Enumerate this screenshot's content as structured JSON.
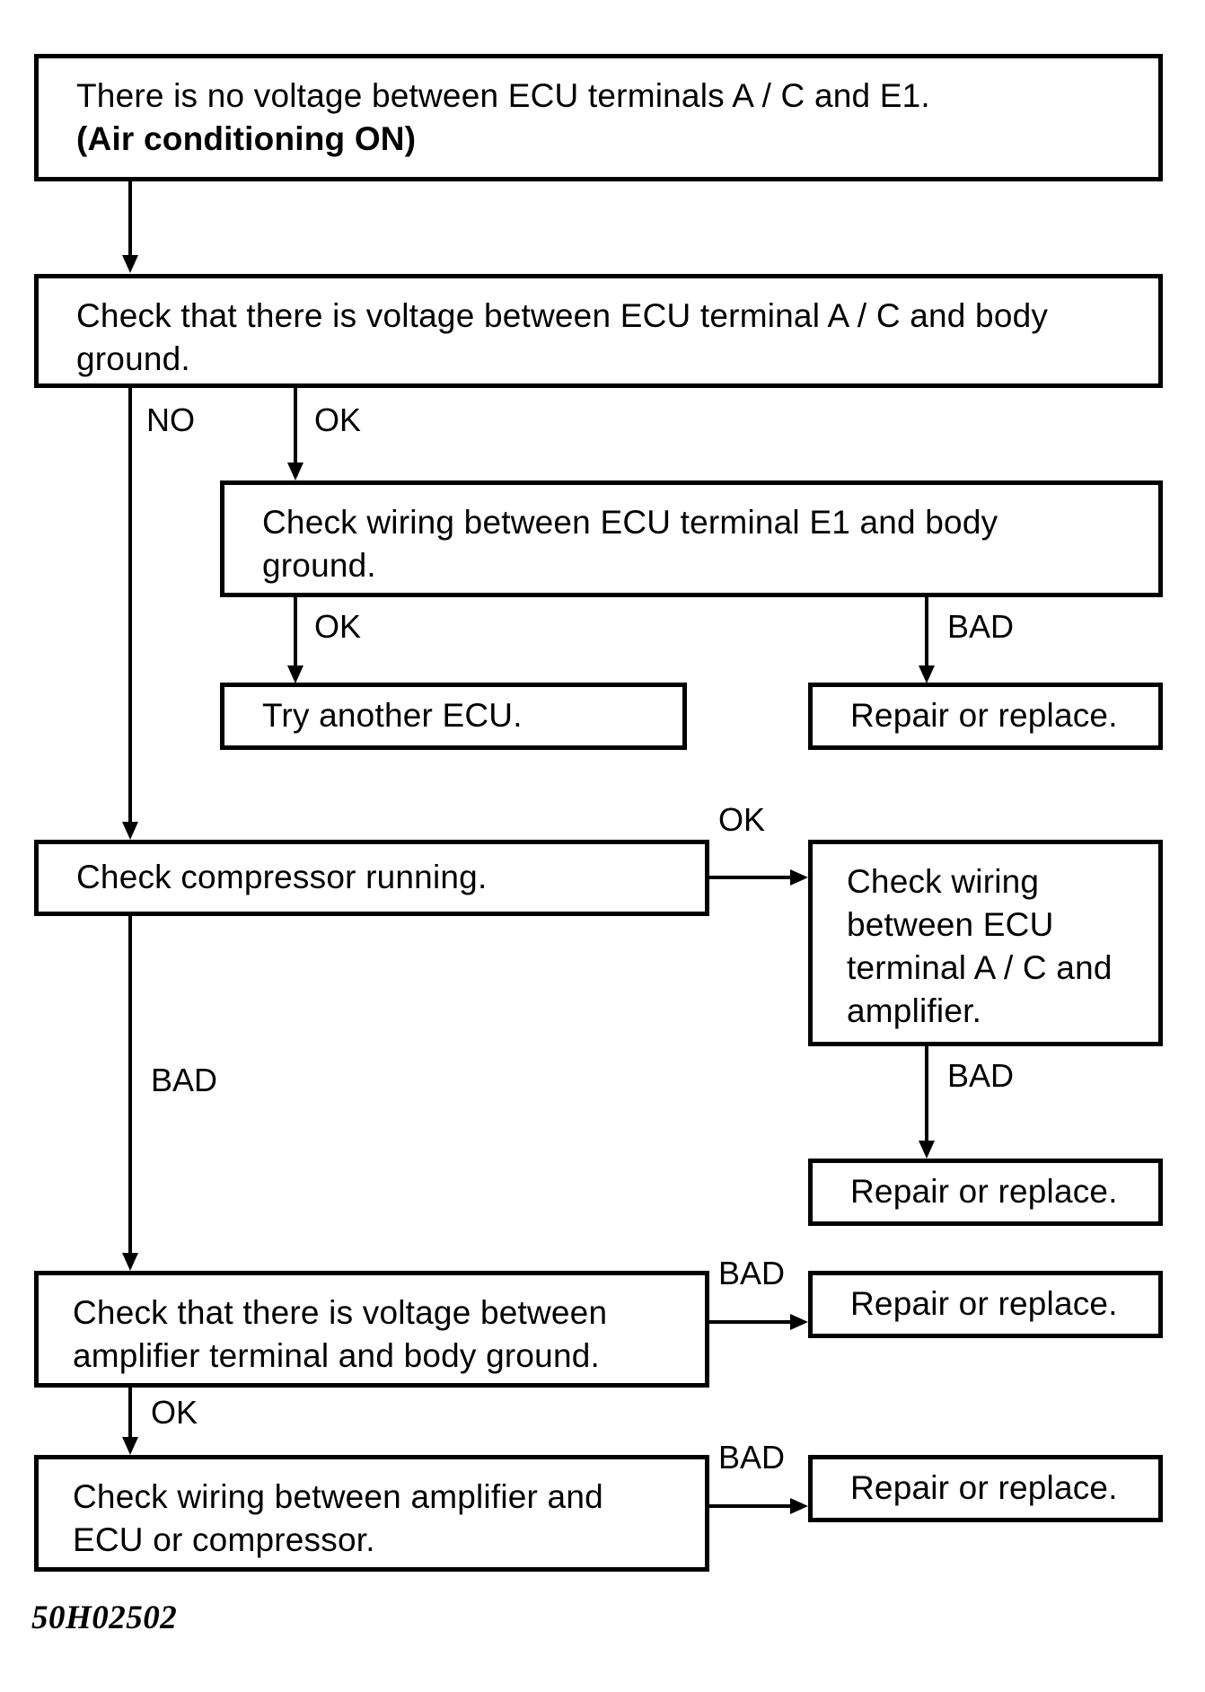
{
  "diagram": {
    "type": "flowchart",
    "title_code": "50H02502",
    "nodes": [
      {
        "id": "n1",
        "line1": "There is no voltage between ECU terminals A / C and E1.",
        "line2": "(Air conditioning ON)"
      },
      {
        "id": "n2",
        "text": "Check that there is voltage between ECU terminal A / C and body ground."
      },
      {
        "id": "n3",
        "text": "Check wiring between ECU terminal E1 and body ground."
      },
      {
        "id": "n4",
        "text": "Try another ECU."
      },
      {
        "id": "n5",
        "text": "Repair or replace."
      },
      {
        "id": "n6",
        "text": "Check compressor running."
      },
      {
        "id": "n7",
        "text": "Check wiring between ECU terminal A / C and amplifier."
      },
      {
        "id": "n8",
        "text": "Repair or replace."
      },
      {
        "id": "n9",
        "text": "Check that there is voltage between amplifier terminal and body ground."
      },
      {
        "id": "n10",
        "text": "Repair or replace."
      },
      {
        "id": "n11",
        "text": "Check wiring between amplifier and ECU or compressor."
      },
      {
        "id": "n12",
        "text": "Repair or replace."
      }
    ],
    "edge_labels": {
      "n2_no": "NO",
      "n2_ok": "OK",
      "n3_ok": "OK",
      "n3_bad": "BAD",
      "n6_ok": "OK",
      "n6_bad": "BAD",
      "n7_bad": "BAD",
      "n9_bad": "BAD",
      "n9_ok": "OK",
      "n11_bad": "BAD"
    },
    "colors": {
      "line": "#000000",
      "fill": "#ffffff",
      "text": "#000000"
    }
  }
}
